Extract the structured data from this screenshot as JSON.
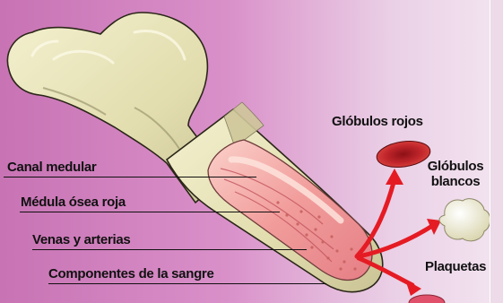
{
  "labels": {
    "canal_medular": "Canal medular",
    "medula_osea_roja": "Médula ósea roja",
    "venas_arterias": "Venas y arterias",
    "componentes_sangre": "Componentes de la sangre"
  },
  "cells": {
    "globulos_rojos": "Glóbulos rojos",
    "globulos_blancos_line1": "Glóbulos",
    "globulos_blancos_line2": "blancos",
    "plaquetas": "Plaquetas"
  },
  "colors": {
    "background_left": "#c873b4",
    "background_right": "#f3e4f0",
    "bone": "#e6e1b6",
    "bone_shadow": "#a8a37a",
    "marrow": "#f3a6a3",
    "red_cell": "#c0262b",
    "arrow": "#e51b24",
    "white_cell": "#f2f0d8"
  }
}
